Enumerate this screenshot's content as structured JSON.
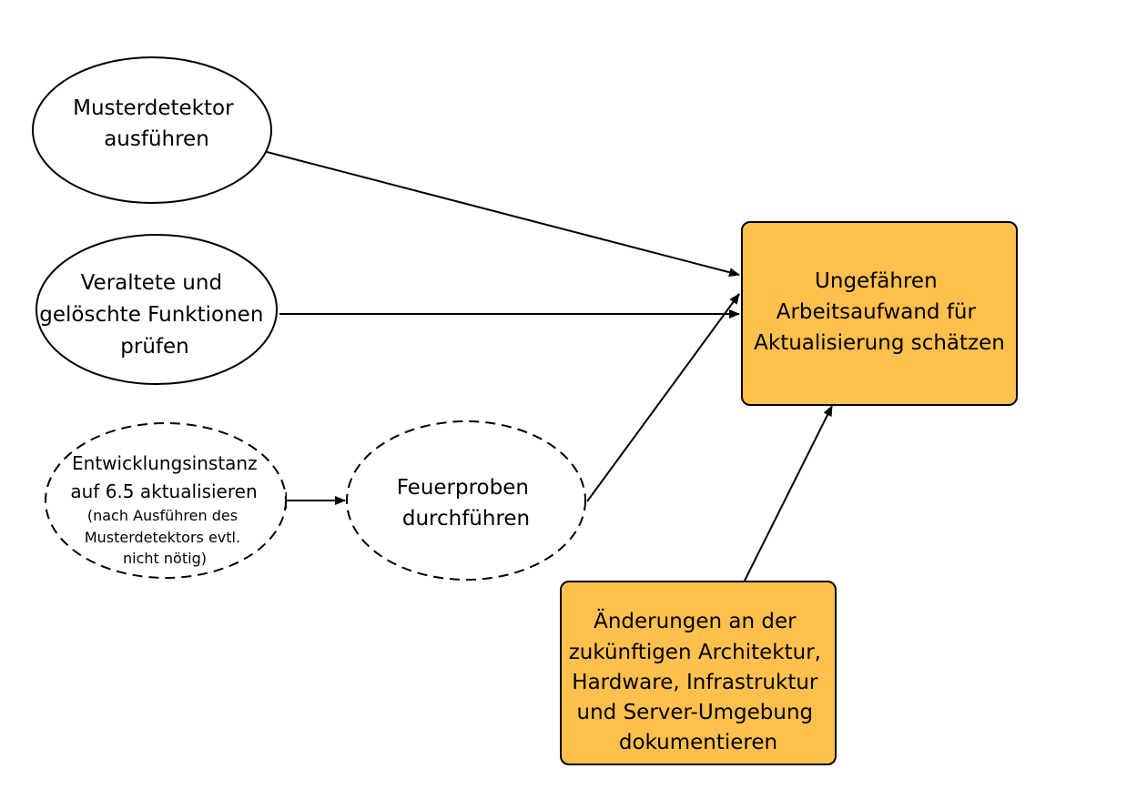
{
  "nodes": {
    "musterdetektor": {
      "lines": [
        "Musterdetektor",
        "ausführen"
      ]
    },
    "veraltete": {
      "lines": [
        "Veraltete und",
        "gelöschte Funktionen",
        "prüfen"
      ]
    },
    "entwicklung": {
      "lines": [
        "Entwicklungsinstanz",
        "auf 6.5 aktualisieren"
      ],
      "note_lines": [
        "(nach Ausführen des",
        "Musterdetektors evtl.",
        "nicht nötig)"
      ]
    },
    "feuerproben": {
      "lines": [
        "Feuerproben",
        "durchführen"
      ]
    },
    "aufwand": {
      "lines": [
        "Ungefähren",
        "Arbeitsaufwand für",
        "Aktualisierung schätzen"
      ]
    },
    "aenderungen": {
      "lines": [
        "Änderungen an der",
        "zukünftigen Architektur,",
        "Hardware, Infrastruktur",
        "und Server-Umgebung",
        "dokumentieren"
      ]
    }
  },
  "colors": {
    "box_fill": "#FFC04D",
    "stroke": "#000000",
    "background": "#FFFFFF"
  }
}
